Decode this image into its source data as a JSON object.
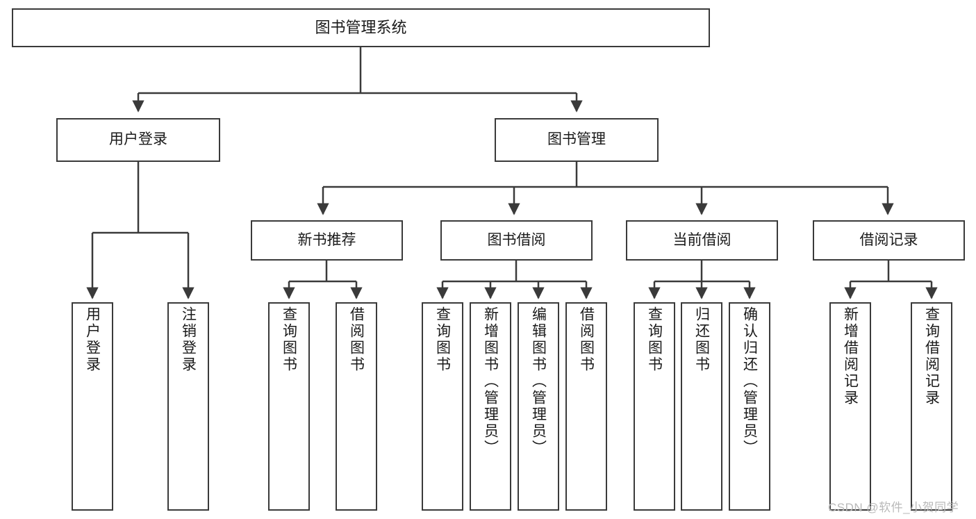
{
  "diagram": {
    "title": "图书管理系统",
    "type": "tree-hierarchy",
    "colors": {
      "box_border": "#3a3a3a",
      "box_fill": "#ffffff",
      "connector": "#3a3a3a",
      "text": "#1a1a1a",
      "watermark": "#b9b9b9"
    },
    "root": {
      "label": "图书管理系统"
    },
    "level1": [
      {
        "label": "用户登录"
      },
      {
        "label": "图书管理"
      }
    ],
    "level2": [
      {
        "label": "新书推荐"
      },
      {
        "label": "图书借阅"
      },
      {
        "label": "当前借阅"
      },
      {
        "label": "借阅记录"
      }
    ],
    "leaves": [
      {
        "label": "用户登录",
        "parent": "用户登录"
      },
      {
        "label": "注销登录",
        "parent": "用户登录"
      },
      {
        "label": "查询图书",
        "parent": "新书推荐"
      },
      {
        "label": "借阅图书",
        "parent": "新书推荐"
      },
      {
        "label": "查询图书",
        "parent": "图书借阅"
      },
      {
        "label": "新增图书（管理员）",
        "parent": "图书借阅"
      },
      {
        "label": "编辑图书（管理员）",
        "parent": "图书借阅"
      },
      {
        "label": "借阅图书",
        "parent": "图书借阅"
      },
      {
        "label": "查询图书",
        "parent": "当前借阅"
      },
      {
        "label": "归还图书",
        "parent": "当前借阅"
      },
      {
        "label": "确认归还（管理员）",
        "parent": "当前借阅"
      },
      {
        "label": "新增借阅记录",
        "parent": "借阅记录"
      },
      {
        "label": "查询借阅记录",
        "parent": "借阅记录"
      }
    ],
    "watermark": "CSDN @软件_小贺同学"
  }
}
